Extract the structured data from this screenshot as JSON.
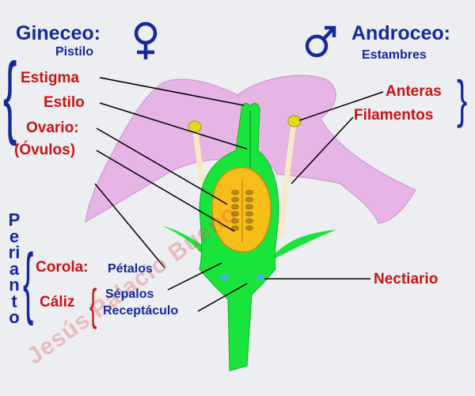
{
  "gynoecium": {
    "title": "Gineceo:",
    "subtitle": "Pistilo",
    "symbol": "♀"
  },
  "androecium": {
    "title": "Androceo:",
    "subtitle": "Estambres",
    "symbol": "♂"
  },
  "labels": {
    "stigma": "Estigma",
    "style": "Estilo",
    "ovary": "Ovario:",
    "ovules": "(Óvulos)",
    "anthers": "Anteras",
    "filaments": "Filamentos",
    "nectary": "Nectiario"
  },
  "perianth": {
    "title": "Perianto",
    "corolla": "Corola:",
    "petals": "Pétalos",
    "calyx": "Cáliz",
    "sepals": "Sépalos",
    "receptacle": "Receptáculo"
  },
  "watermark": "Jesús Palacio Bueno",
  "colors": {
    "blue_text": "#15299a",
    "red_text": "#c81414",
    "petal": "#e7b4e6",
    "green": "#19e43b",
    "ovary": "#f7be1a",
    "background": "#eceef2"
  }
}
